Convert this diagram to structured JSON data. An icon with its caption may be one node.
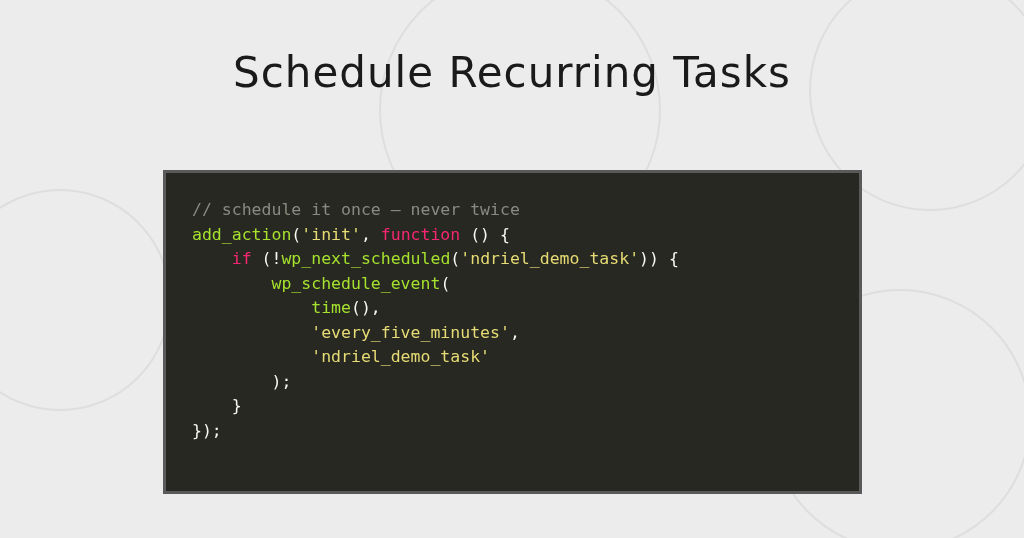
{
  "diagram": {
    "title": "Schedule Recurring Tasks",
    "labels": [
      "// schedule it once — never twice",
      "add_action('init', function () {",
      "    if (!wp_next_scheduled('ndriel_demo_task')) {",
      "        wp_schedule_event(",
      "            time(),",
      "            'every_five_minutes',",
      "            'ndriel_demo_task'",
      "        );",
      "    }",
      "});"
    ]
  }
}
